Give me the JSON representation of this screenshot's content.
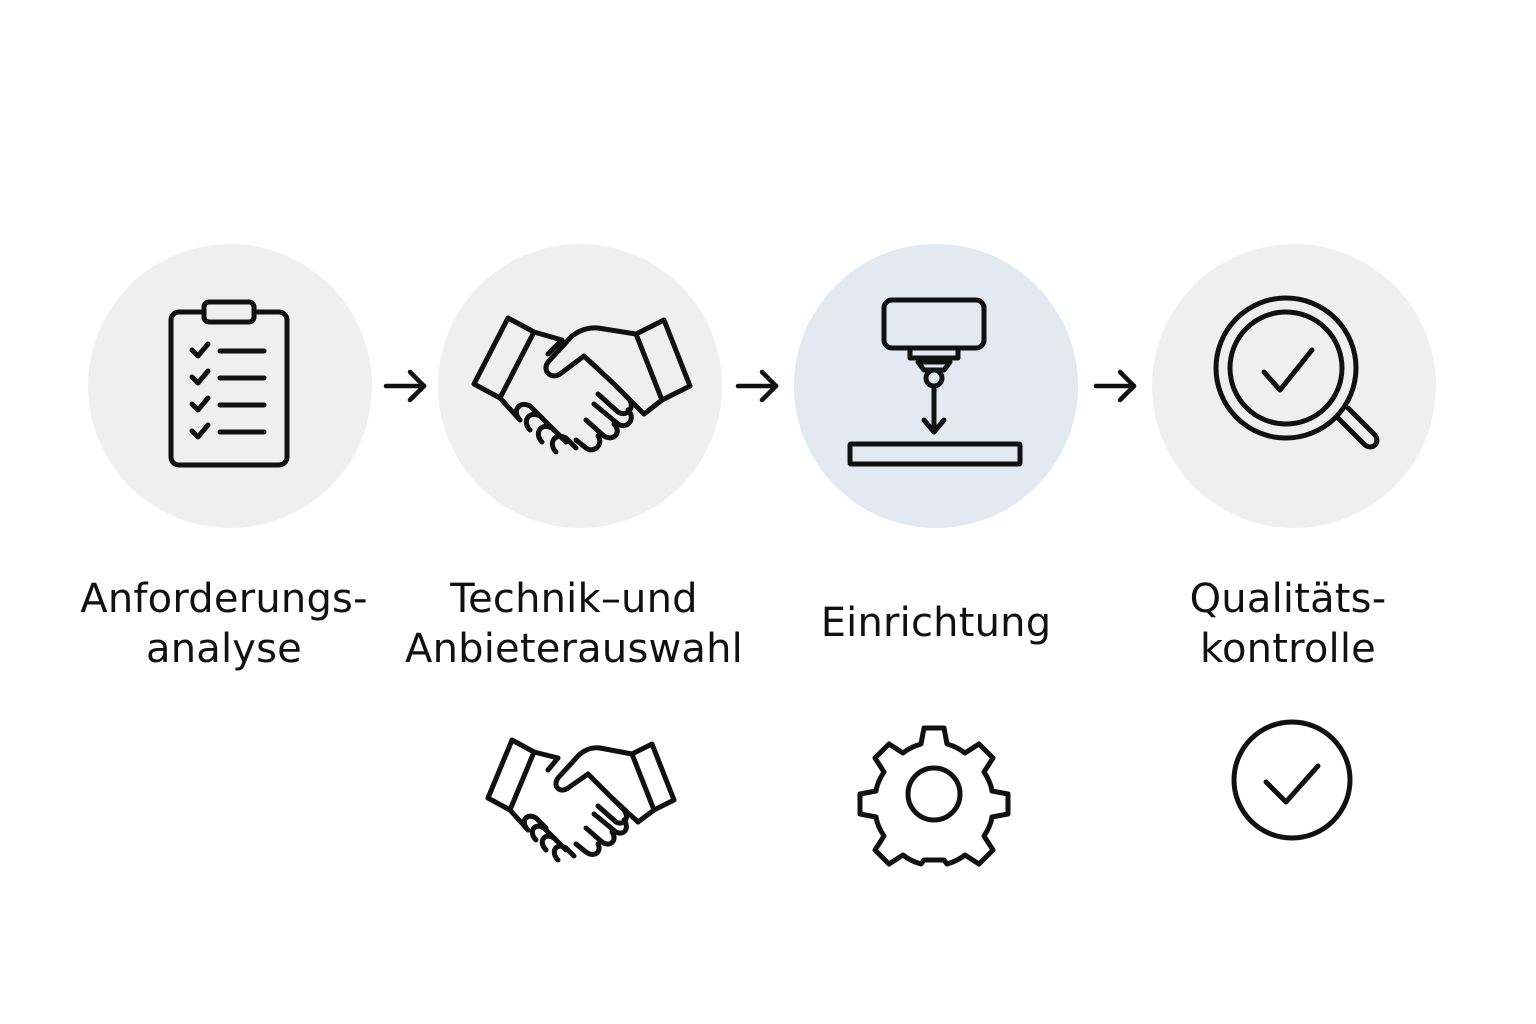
{
  "steps": [
    {
      "id": "requirements",
      "icon": "clipboard-checklist-icon",
      "label_line1": "Anforderungs-",
      "label_line2": "analyse",
      "sub_icon": ""
    },
    {
      "id": "vendor-selection",
      "icon": "handshake-icon",
      "label_line1": "Technik–und",
      "label_line2": "Anbieterauswahl",
      "sub_icon": "handshake-icon"
    },
    {
      "id": "setup",
      "icon": "laser-machine-icon",
      "label_line1": "Einrichtung",
      "label_line2": "",
      "sub_icon": "gear-icon"
    },
    {
      "id": "quality-control",
      "icon": "magnifier-check-icon",
      "label_line1": "Qualitäts-",
      "label_line2": "kontrolle",
      "sub_icon": "check-circle-icon"
    }
  ],
  "colors": {
    "circle_default": "#efefef",
    "circle_active": "#e3e9f1",
    "stroke": "#111111"
  }
}
